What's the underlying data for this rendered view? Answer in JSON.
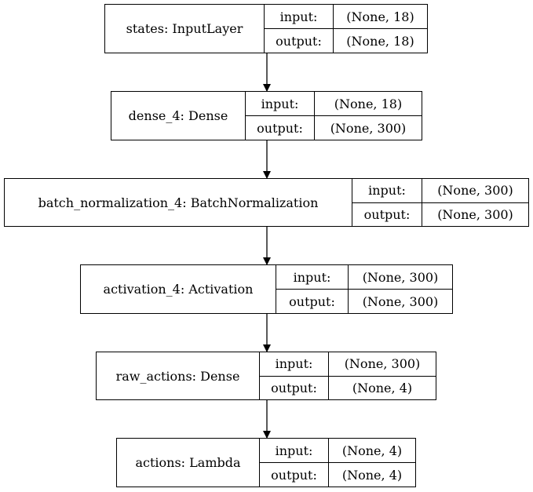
{
  "diagram": {
    "nodes": [
      {
        "name": "states: InputLayer",
        "input_label": "input:",
        "output_label": "output:",
        "input_shape": "(None, 18)",
        "output_shape": "(None, 18)"
      },
      {
        "name": "dense_4: Dense",
        "input_label": "input:",
        "output_label": "output:",
        "input_shape": "(None, 18)",
        "output_shape": "(None, 300)"
      },
      {
        "name": "batch_normalization_4: BatchNormalization",
        "input_label": "input:",
        "output_label": "output:",
        "input_shape": "(None, 300)",
        "output_shape": "(None, 300)"
      },
      {
        "name": "activation_4: Activation",
        "input_label": "input:",
        "output_label": "output:",
        "input_shape": "(None, 300)",
        "output_shape": "(None, 300)"
      },
      {
        "name": "raw_actions: Dense",
        "input_label": "input:",
        "output_label": "output:",
        "input_shape": "(None, 300)",
        "output_shape": "(None, 4)"
      },
      {
        "name": "actions: Lambda",
        "input_label": "input:",
        "output_label": "output:",
        "input_shape": "(None, 4)",
        "output_shape": "(None, 4)"
      }
    ],
    "edges": [
      {
        "from": 0,
        "to": 1
      },
      {
        "from": 1,
        "to": 2
      },
      {
        "from": 2,
        "to": 3
      },
      {
        "from": 3,
        "to": 4
      },
      {
        "from": 4,
        "to": 5
      }
    ],
    "colors": {
      "stroke": "#000000",
      "background": "#ffffff"
    }
  }
}
